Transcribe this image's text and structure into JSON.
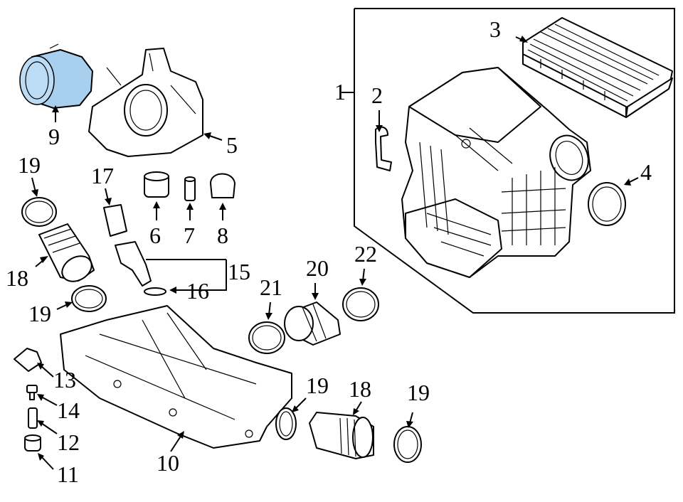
{
  "diagram": {
    "highlight_color": "#a8cfee",
    "line_color": "#000000",
    "background": "#ffffff",
    "callouts": {
      "c1": "1",
      "c2": "2",
      "c3": "3",
      "c4": "4",
      "c5": "5",
      "c6": "6",
      "c7": "7",
      "c8": "8",
      "c9": "9",
      "c10": "10",
      "c11": "11",
      "c12": "12",
      "c13": "13",
      "c14": "14",
      "c15": "15",
      "c16": "16",
      "c17": "17",
      "c18a": "18",
      "c18b": "18",
      "c19a": "19",
      "c19b": "19",
      "c19c": "19",
      "c19d": "19",
      "c20": "20",
      "c21": "21",
      "c22": "22"
    }
  }
}
